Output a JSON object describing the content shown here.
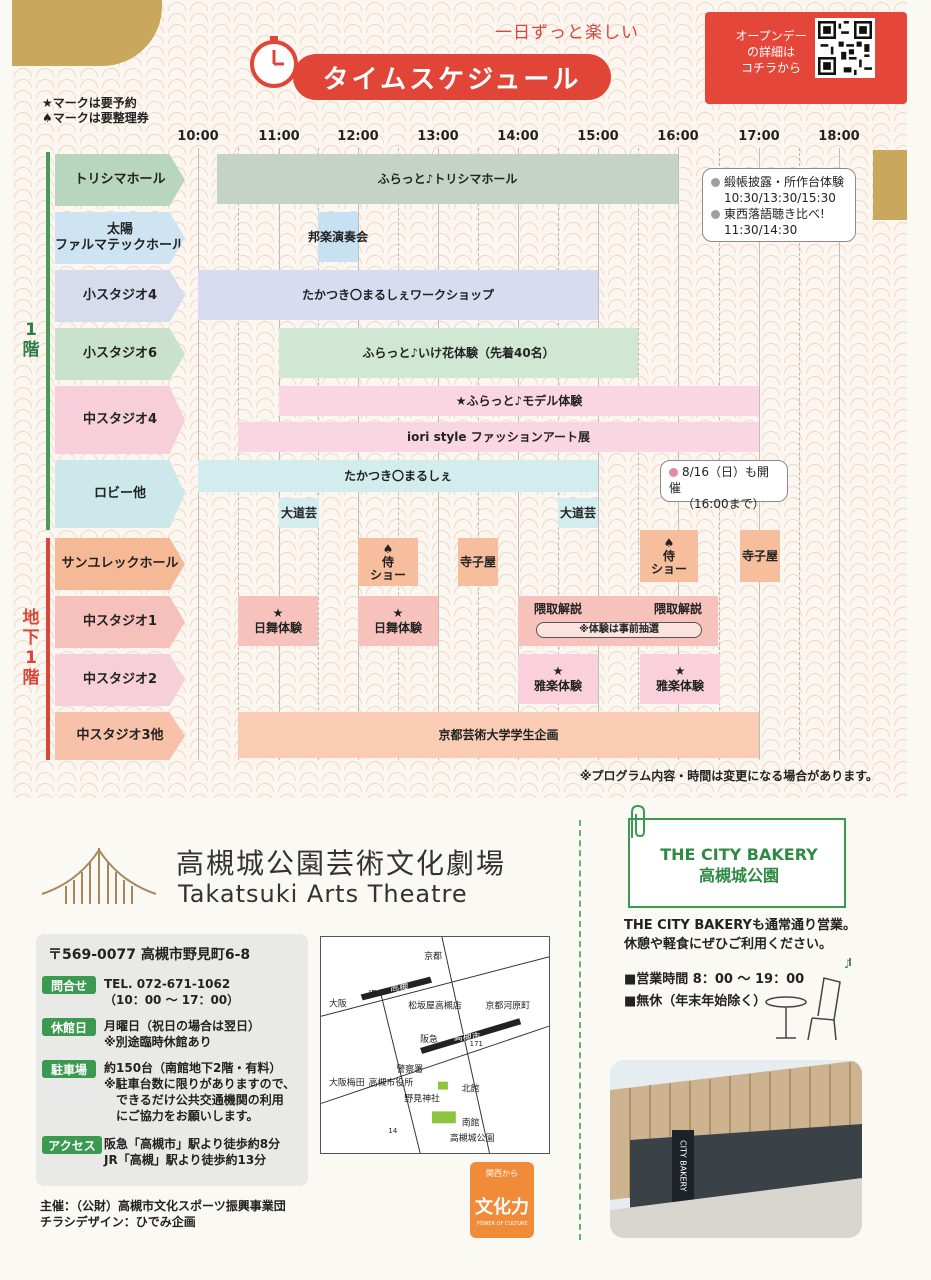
{
  "header": {
    "subtitle": "一日ずっと楽しい",
    "title": "タイムスケジュール",
    "open_day": "オープンデー\nの詳細は\nコチラから"
  },
  "legend": {
    "star": "★マークは要予約",
    "spade": "♠マークは要整理券"
  },
  "times": [
    "10:00",
    "11:00",
    "12:00",
    "13:00",
    "14:00",
    "15:00",
    "16:00",
    "17:00",
    "18:00"
  ],
  "floors": {
    "first": "1階",
    "basement": "地下1階"
  },
  "rooms": [
    "トリシマホール",
    "太陽\nファルマテックホール",
    "小スタジオ4",
    "小スタジオ6",
    "中スタジオ4",
    "ロビー他",
    "サンユレックホール",
    "中スタジオ1",
    "中スタジオ2",
    "中スタジオ3他"
  ],
  "events": {
    "torishima": "ふらっと♪トリシマホール",
    "hougaku": "邦楽演奏会",
    "marche_ws": "たかつき〇まるしぇワークショップ",
    "ikebana": "ふらっと♪いけ花体験（先着40名）",
    "model": "★ふらっと♪モデル体験",
    "iori": "iori style ファッションアート展",
    "marche": "たかつき〇まるしぇ",
    "daidougei1": "大道芸",
    "daidougei2": "大道芸",
    "samurai1": "♠\n侍\nショー",
    "terakoya1": "寺子屋",
    "samurai2": "♠\n侍\nショー",
    "terakoya2": "寺子屋",
    "nichibu1": "★\n日舞体験",
    "nichibu2": "★\n日舞体験",
    "kumadori1": "隈取解説",
    "kumadori2": "隈取解説",
    "lottery": "※体験は事前抽選",
    "gagaku1": "★\n雅楽体験",
    "gagaku2": "★\n雅楽体験",
    "kyoto": "京都芸術大学学生企画"
  },
  "bubbles": {
    "torishima_1": "緞帳披露・所作台体験",
    "torishima_2": "10:30/13:30/15:30",
    "torishima_3": "東西落語聴き比べ!",
    "torishima_4": "11:30/14:30",
    "lobby_1": "8/16（日）も開催",
    "lobby_2": "（16:00まで）"
  },
  "note": "※プログラム内容・時間は変更になる場合があります。",
  "theatre": {
    "name_ja": "高槻城公園芸術文化劇場",
    "name_en": "Takatsuki Arts Theatre",
    "address": "〒569-0077 高槻市野見町6-8",
    "contact_tag": "問合せ",
    "contact_1": "TEL. 072-671-1062",
    "contact_2": "（10：00 ～ 17：00）",
    "closed_tag": "休館日",
    "closed_1": "月曜日（祝日の場合は翌日）",
    "closed_2": "※別途臨時休館あり",
    "parking_tag": "駐車場",
    "parking_1": "約150台（南館地下2階・有料）",
    "parking_2": "※駐車台数に限りがありますので、",
    "parking_3": "できるだけ公共交通機関の利用",
    "parking_4": "にご協力をお願いします。",
    "access_tag": "アクセス",
    "access_1": "阪急「高槻市」駅より徒歩約8分",
    "access_2": "JR「高槻」駅より徒歩約13分",
    "organizer": "主催：（公財）高槻市文化スポーツ振興事業団",
    "design": "チラシデザイン：ひでみ企画"
  },
  "map": {
    "jr": "JR",
    "takatsuki": "高槻",
    "kyoto1": "京都",
    "osaka1": "大阪",
    "matsuzakaya": "松坂屋高槻店",
    "hankyu": "阪急",
    "takatsukishi": "高槻市",
    "kyoto2": "京都河原町",
    "osaka2": "大阪梅田",
    "police": "警察署",
    "cityhall": "高槻市役所",
    "north": "北館",
    "shrine": "野見神社",
    "south": "南館",
    "park": "高槻城公園",
    "r171": "171",
    "r14": "14"
  },
  "culture_logo": {
    "top": "関西から",
    "main": "文化力",
    "sub": "POWER OF CULTURE"
  },
  "bakery": {
    "title_1": "THE CITY BAKERY",
    "title_2": "高槻城公園",
    "text_1": "THE CITY BAKERYも通常通り営業。",
    "text_2": "休憩や軽食にぜひご利用ください。",
    "hours": "■営業時間 8：00 ～ 19：00",
    "holiday": "■無休（年末年始除く）",
    "sign": "CITY BAKERY"
  },
  "colors": {
    "red": "#e04538",
    "green": "#3c9a50",
    "gold": "#c9a75c"
  }
}
